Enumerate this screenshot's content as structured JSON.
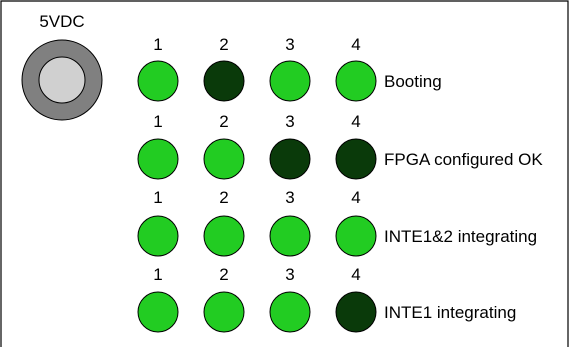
{
  "power": {
    "label": "5VDC"
  },
  "rows": [
    {
      "status": "Booting",
      "leds": [
        {
          "label": "1",
          "state": "on"
        },
        {
          "label": "2",
          "state": "off"
        },
        {
          "label": "3",
          "state": "on"
        },
        {
          "label": "4",
          "state": "on"
        }
      ]
    },
    {
      "status": "FPGA configured OK",
      "leds": [
        {
          "label": "1",
          "state": "on"
        },
        {
          "label": "2",
          "state": "on"
        },
        {
          "label": "3",
          "state": "off"
        },
        {
          "label": "4",
          "state": "off"
        }
      ]
    },
    {
      "status": "INTE1&2 integrating",
      "leds": [
        {
          "label": "1",
          "state": "on"
        },
        {
          "label": "2",
          "state": "on"
        },
        {
          "label": "3",
          "state": "on"
        },
        {
          "label": "4",
          "state": "on"
        }
      ]
    },
    {
      "status": "INTE1 integrating",
      "leds": [
        {
          "label": "1",
          "state": "on"
        },
        {
          "label": "2",
          "state": "on"
        },
        {
          "label": "3",
          "state": "on"
        },
        {
          "label": "4",
          "state": "off"
        }
      ]
    }
  ],
  "colors": {
    "led_on": "#22cc22",
    "led_off": "#0a3a0a",
    "connector_outer": "#808080",
    "connector_inner": "#d0d0d0",
    "border": "#000000"
  }
}
